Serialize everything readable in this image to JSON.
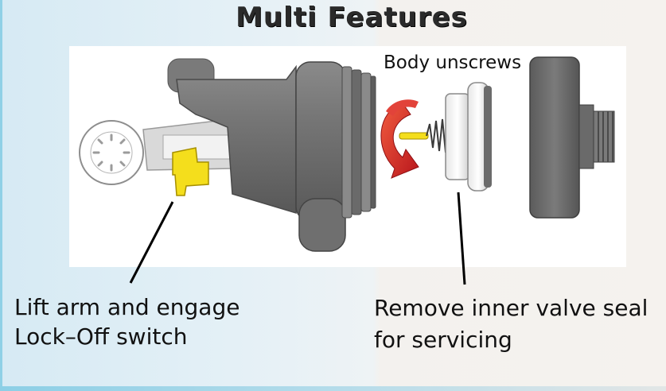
{
  "title": "Multi Features",
  "labels": {
    "body_unscrews": "Body unscrews",
    "lock_off_line1": "Lift arm and engage",
    "lock_off_line2": "Lock–Off switch",
    "seal_line1": "Remove inner valve seal",
    "seal_line2": "for servicing"
  },
  "colors": {
    "body_gray": "#6f6f6f",
    "body_dark": "#4a4a4a",
    "lock_off_yellow": "#f4de1c",
    "rotate_arrow_red": "#d8292c",
    "frame_cyan": "#8fd0e6"
  },
  "icons": {
    "rotate_arrow": "rotate-arrow-icon"
  }
}
